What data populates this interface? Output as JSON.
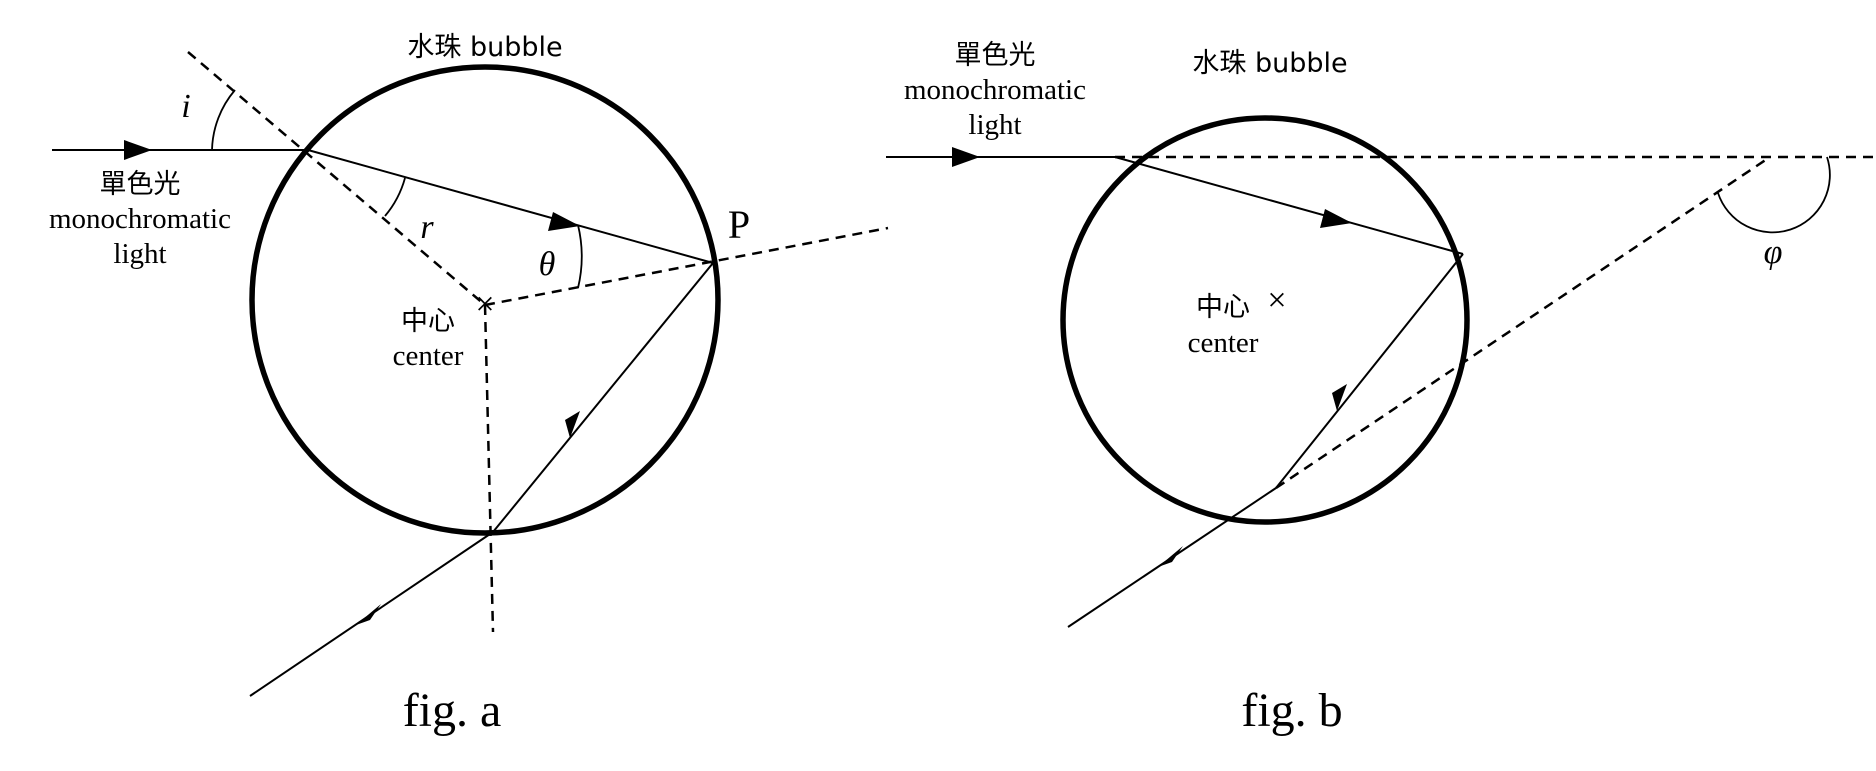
{
  "fig_a": {
    "bubble_label": "水珠 bubble",
    "light_label_cn": "單色光",
    "light_label_en1": "monochromatic",
    "light_label_en2": "light",
    "angle_i": "i",
    "angle_r": "r",
    "angle_theta": "θ",
    "point_p": "P",
    "center_cn": "中心",
    "center_en": "center",
    "center_mark": "×",
    "caption": "fig. a"
  },
  "fig_b": {
    "bubble_label": "水珠 bubble",
    "light_label_cn": "單色光",
    "light_label_en1": "monochromatic",
    "light_label_en2": "light",
    "angle_phi": "φ",
    "center_cn": "中心",
    "center_en": "center",
    "center_mark": "×",
    "caption": "fig. b"
  }
}
